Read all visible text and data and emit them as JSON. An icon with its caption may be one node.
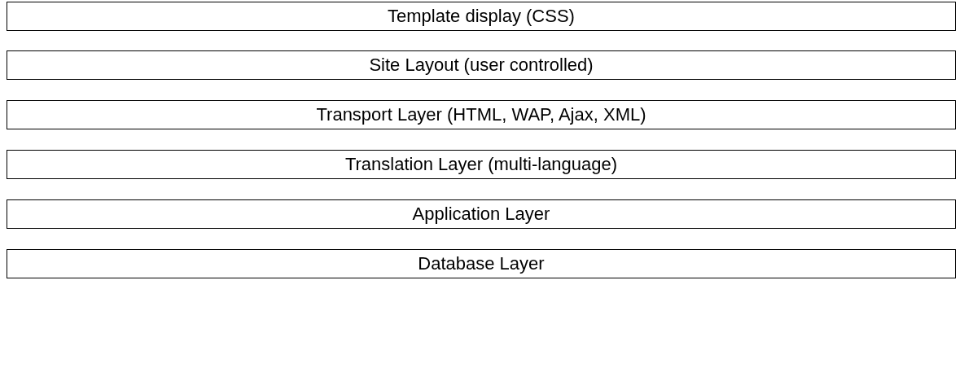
{
  "diagram": {
    "nodes": [
      {
        "text": [
          "Template display (CSS)"
        ]
      },
      {
        "text": [
          "Site Layout (user controlled)"
        ]
      },
      {
        "text": [
          "Transport Layer (HTML, WAP, Ajax, XML)"
        ]
      },
      {
        "text": [
          "Translation Layer (multi-language)"
        ]
      },
      {
        "text": [
          "Application Layer"
        ]
      },
      {
        "text": [
          "Database Layer"
        ]
      }
    ]
  }
}
